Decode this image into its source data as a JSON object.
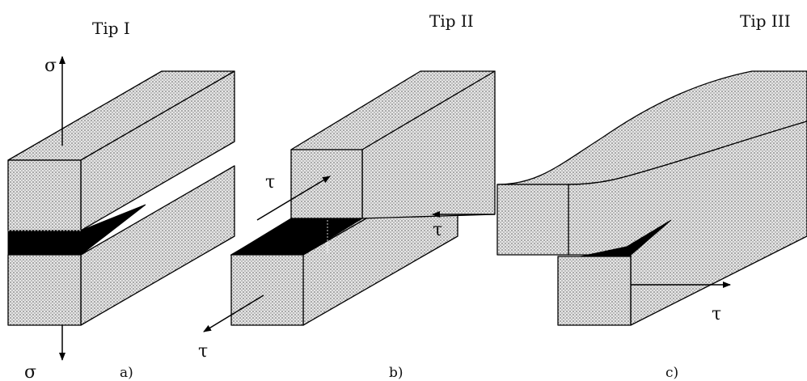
{
  "panels": [
    {
      "title": "Tip I",
      "caption": "a)"
    },
    {
      "title": "Tip II",
      "caption": "b)"
    },
    {
      "title": "Tip III",
      "caption": "c)"
    }
  ],
  "symbols": {
    "sigma": "σ",
    "tau": "τ"
  },
  "colors": {
    "face_fill": "#e6e6e6",
    "dot": "#555555",
    "crack": "#000000",
    "stroke": "#000000"
  }
}
